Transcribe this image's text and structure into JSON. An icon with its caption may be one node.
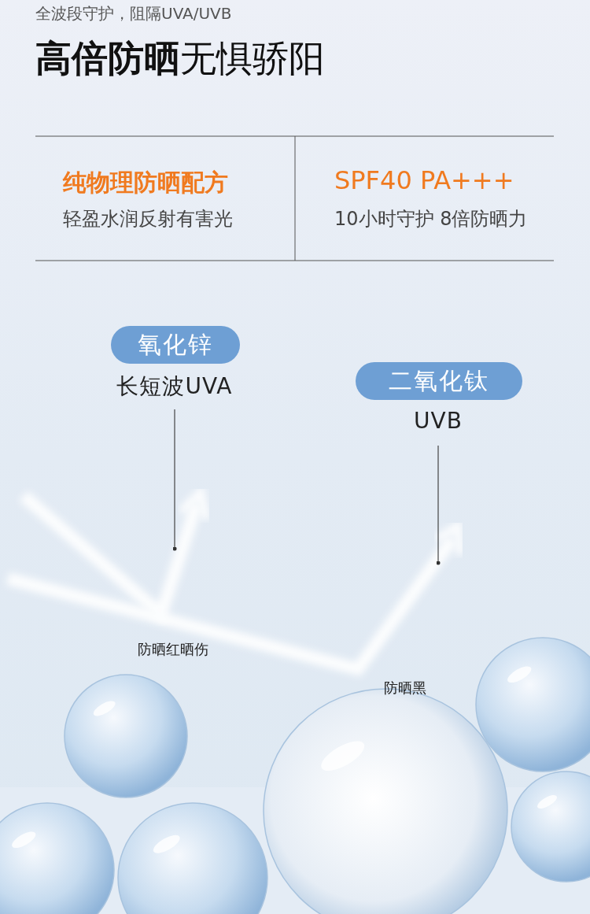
{
  "diagram": {
    "title": "**高倍防晒**无惧骄阳",
    "nodes": [
      {
        "text": [
          "氧化锌"
        ],
        "beside": [
          "长短波UVA"
        ]
      },
      {
        "text": [
          "二氧化钛"
        ],
        "beside": [
          "UVB"
        ]
      }
    ],
    "edges": [
      {
        "from": 0,
        "to": null,
        "arrow": "other"
      },
      {
        "from": 1,
        "to": null,
        "arrow": "other"
      }
    ],
    "labels": [
      "全波段守护，阻隔UVA/UVB",
      "纯物理防晒配方",
      "SPF40 PA+++",
      "轻盈水润反射有害光",
      "10小时守护 8倍防晒力",
      "防晒红晒伤",
      "防晒黑"
    ]
  }
}
